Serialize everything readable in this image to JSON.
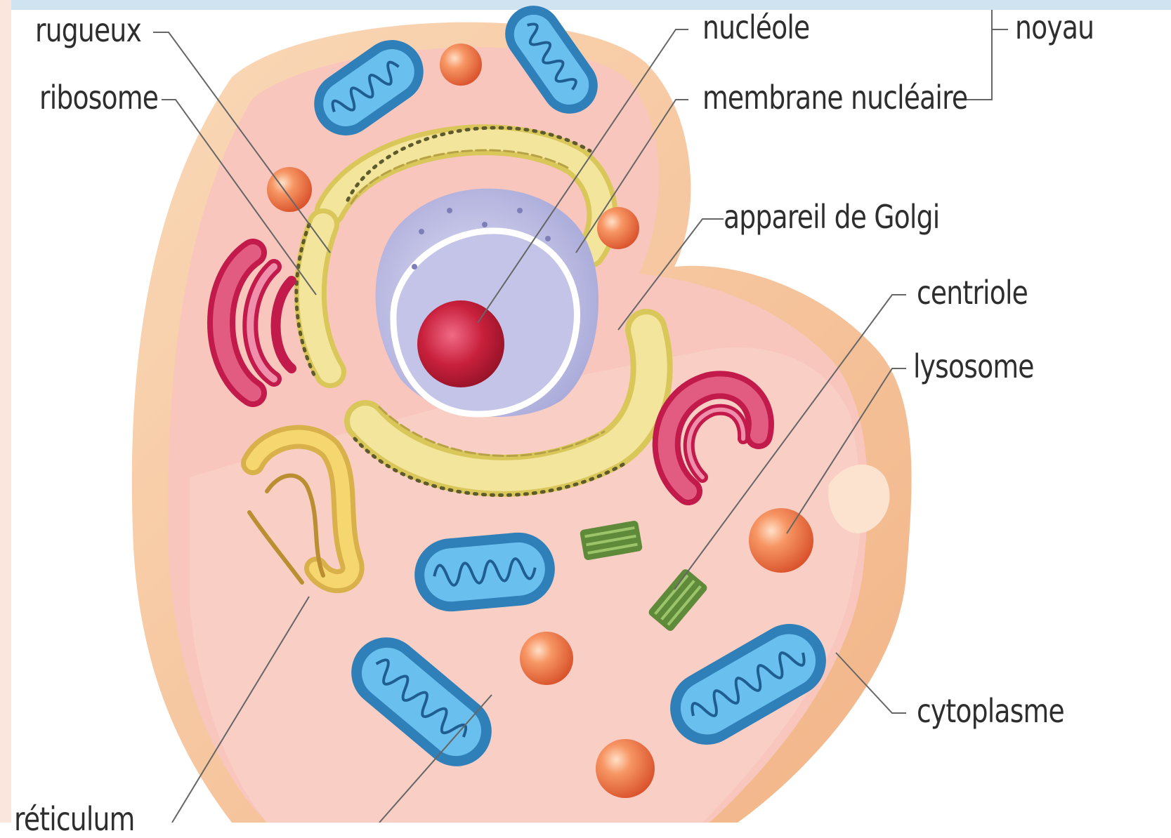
{
  "labels": {
    "rugueux": "rugueux",
    "ribosome": "ribosome",
    "nucleole": "nucléole",
    "noyau": "noyau",
    "membrane_nucleaire": "membrane nucléaire",
    "appareil_golgi": "appareil de Golgi",
    "centriole": "centriole",
    "lysosome": "lysosome",
    "cytoplasme": "cytoplasme",
    "reticulum_partial": "réticulum"
  },
  "colors": {
    "cell_outer": "#f7c79b",
    "cytoplasm": "#f8c6bd",
    "nucleus": "#c9c9ea",
    "nucleolus": "#c8203c",
    "mitochondria": "#3f9ed8",
    "reticulum": "#eedf88",
    "golgi": "#d72d60",
    "lysosome": "#f07848",
    "centriole": "#5f8a3a",
    "leader_line": "#666666"
  }
}
